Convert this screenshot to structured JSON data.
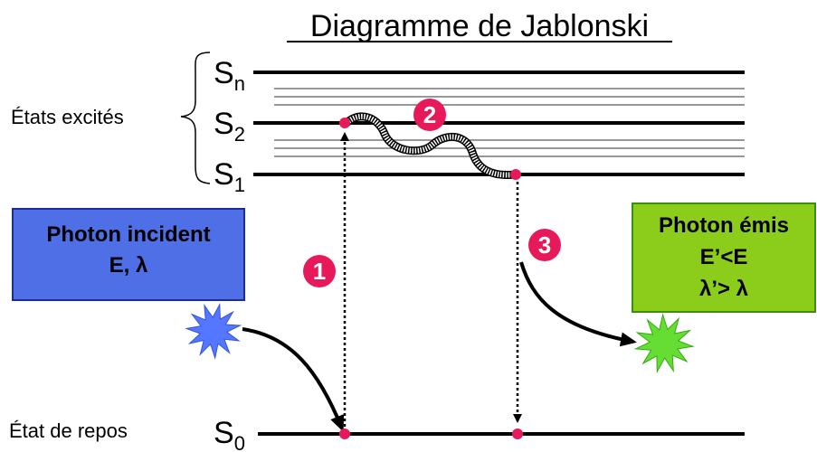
{
  "title": "Diagramme de Jablonski",
  "labels": {
    "excited_states": "États excités",
    "ground_state": "État de repos"
  },
  "states": {
    "sn": {
      "main": "S",
      "sub": "n"
    },
    "s2": {
      "main": "S",
      "sub": "2"
    },
    "s1": {
      "main": "S",
      "sub": "1"
    },
    "s0": {
      "main": "S",
      "sub": "0"
    }
  },
  "incident_box": {
    "line1": "Photon incident",
    "line2": "E, λ",
    "fill": "#4f6fe6"
  },
  "emitted_box": {
    "line1": "Photon émis",
    "line2": "E’<E",
    "line3": "λ’> λ",
    "fill": "#8ccc1a"
  },
  "steps": {
    "one": "1",
    "two": "2",
    "three": "3"
  },
  "colors": {
    "badge": "#e8195a",
    "incident_star": "#5577ff",
    "emitted_star": "#66dd33"
  }
}
